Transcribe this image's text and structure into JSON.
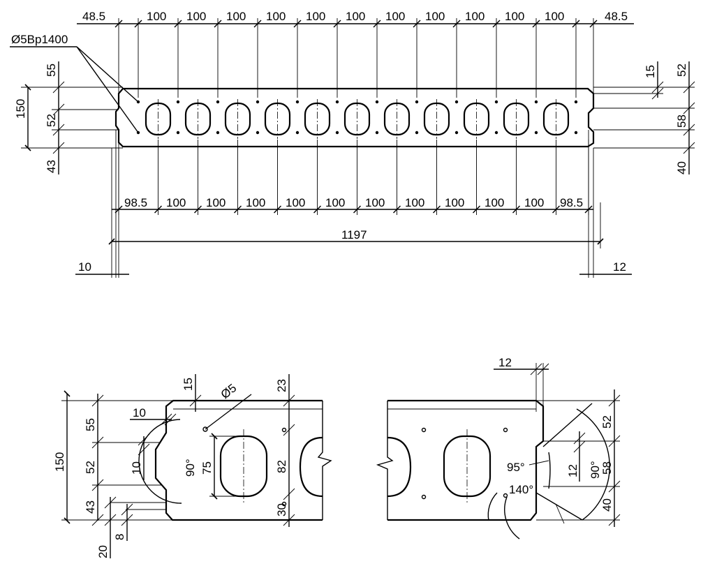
{
  "drawing": {
    "rebar_label": "Ø5Bp1400",
    "top_view": {
      "top_dims": [
        "48.5",
        "100",
        "100",
        "100",
        "100",
        "100",
        "100",
        "100",
        "100",
        "100",
        "100",
        "100",
        "48.5"
      ],
      "bottom_dims": [
        "98.5",
        "100",
        "100",
        "100",
        "100",
        "100",
        "100",
        "100",
        "100",
        "100",
        "100",
        "98.5"
      ],
      "overall_width": "1197",
      "left_offset": "10",
      "right_offset": "12",
      "left_vertical": {
        "total": "150",
        "upper": "55",
        "middle": "52",
        "lower": "43"
      },
      "right_vertical": {
        "cover": "15",
        "upper": "52",
        "middle": "58",
        "lower": "40"
      },
      "void_count": 11
    },
    "left_detail": {
      "total": "150",
      "upper": "55",
      "middle": "52",
      "lower": "43",
      "cover": "15",
      "bar_diameter": "Ø5",
      "top_offset": "23",
      "key_depth": "10",
      "key_chamfer": "10",
      "angle": "90°",
      "void_height": "75",
      "rib_height": "82",
      "bottom_cover": "30",
      "bottom_offset_a": "20",
      "bottom_offset_b": "8"
    },
    "right_detail": {
      "top_offset": "12",
      "upper": "52",
      "middle": "58",
      "lower": "40",
      "chamfer": "12",
      "angle_a": "95°",
      "angle_b": "140°",
      "angle_c": "90°"
    }
  }
}
